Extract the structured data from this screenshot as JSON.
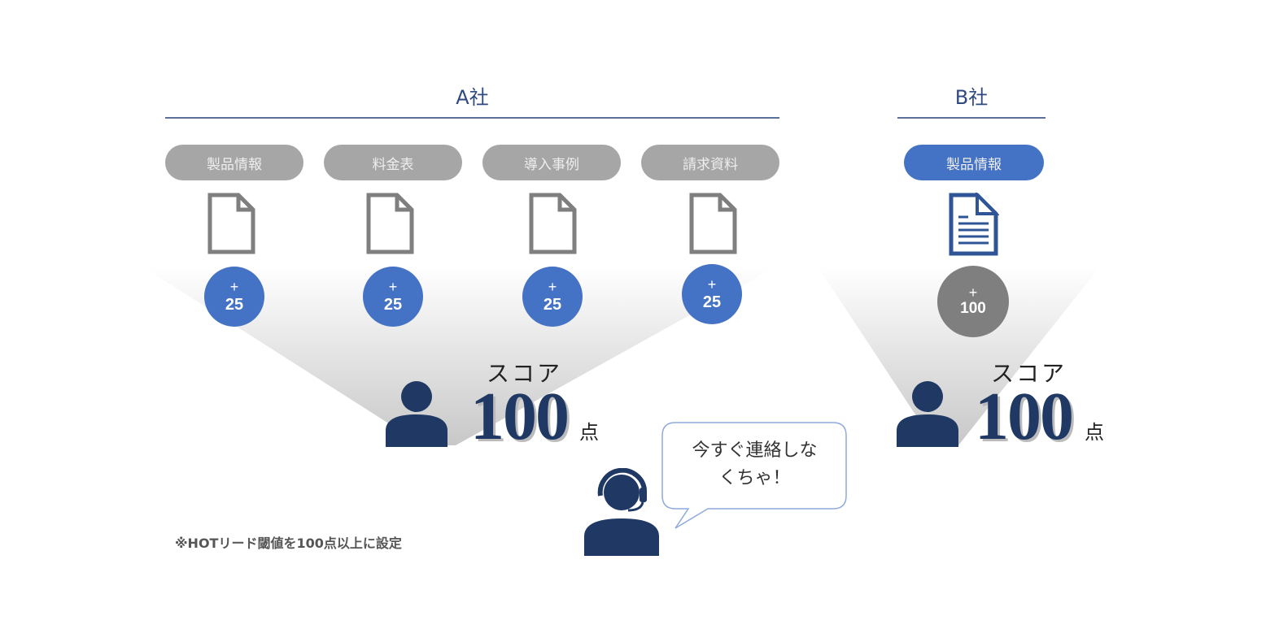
{
  "company_a": {
    "title": "A社",
    "items": [
      {
        "label": "製品情報",
        "points_sign": "+",
        "points": "25"
      },
      {
        "label": "料金表",
        "points_sign": "+",
        "points": "25"
      },
      {
        "label": "導入事例",
        "points_sign": "+",
        "points": "25"
      },
      {
        "label": "請求資料",
        "points_sign": "+",
        "points": "25"
      }
    ],
    "score_label": "スコア",
    "score": "100",
    "score_unit": "点"
  },
  "company_b": {
    "title": "B社",
    "items": [
      {
        "label": "製品情報",
        "points_sign": "+",
        "points": "100"
      }
    ],
    "score_label": "スコア",
    "score": "100",
    "score_unit": "点"
  },
  "speech_bubble": {
    "line1": "今すぐ連絡しな",
    "line2": "くちゃ！"
  },
  "note": "※HOTリード閾値を100点以上に設定",
  "colors": {
    "navy": "#1f3864",
    "blue": "#4472c4",
    "grey": "#a6a6a6",
    "dark_grey": "#7f7f7f"
  }
}
